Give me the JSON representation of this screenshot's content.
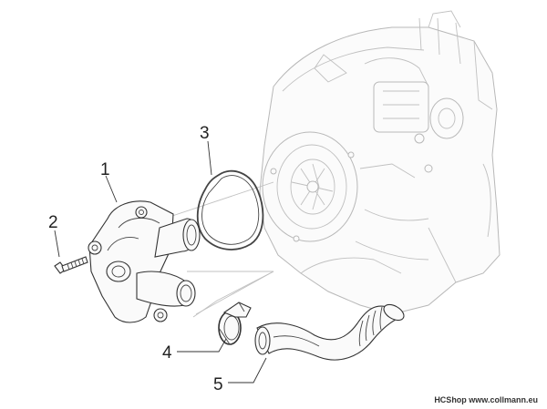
{
  "diagram": {
    "callouts": [
      {
        "id": "1",
        "label": "1"
      },
      {
        "id": "2",
        "label": "2"
      },
      {
        "id": "3",
        "label": "3"
      },
      {
        "id": "4",
        "label": "4"
      },
      {
        "id": "5",
        "label": "5"
      }
    ],
    "watermark": "HCShop www.collmann.eu"
  }
}
